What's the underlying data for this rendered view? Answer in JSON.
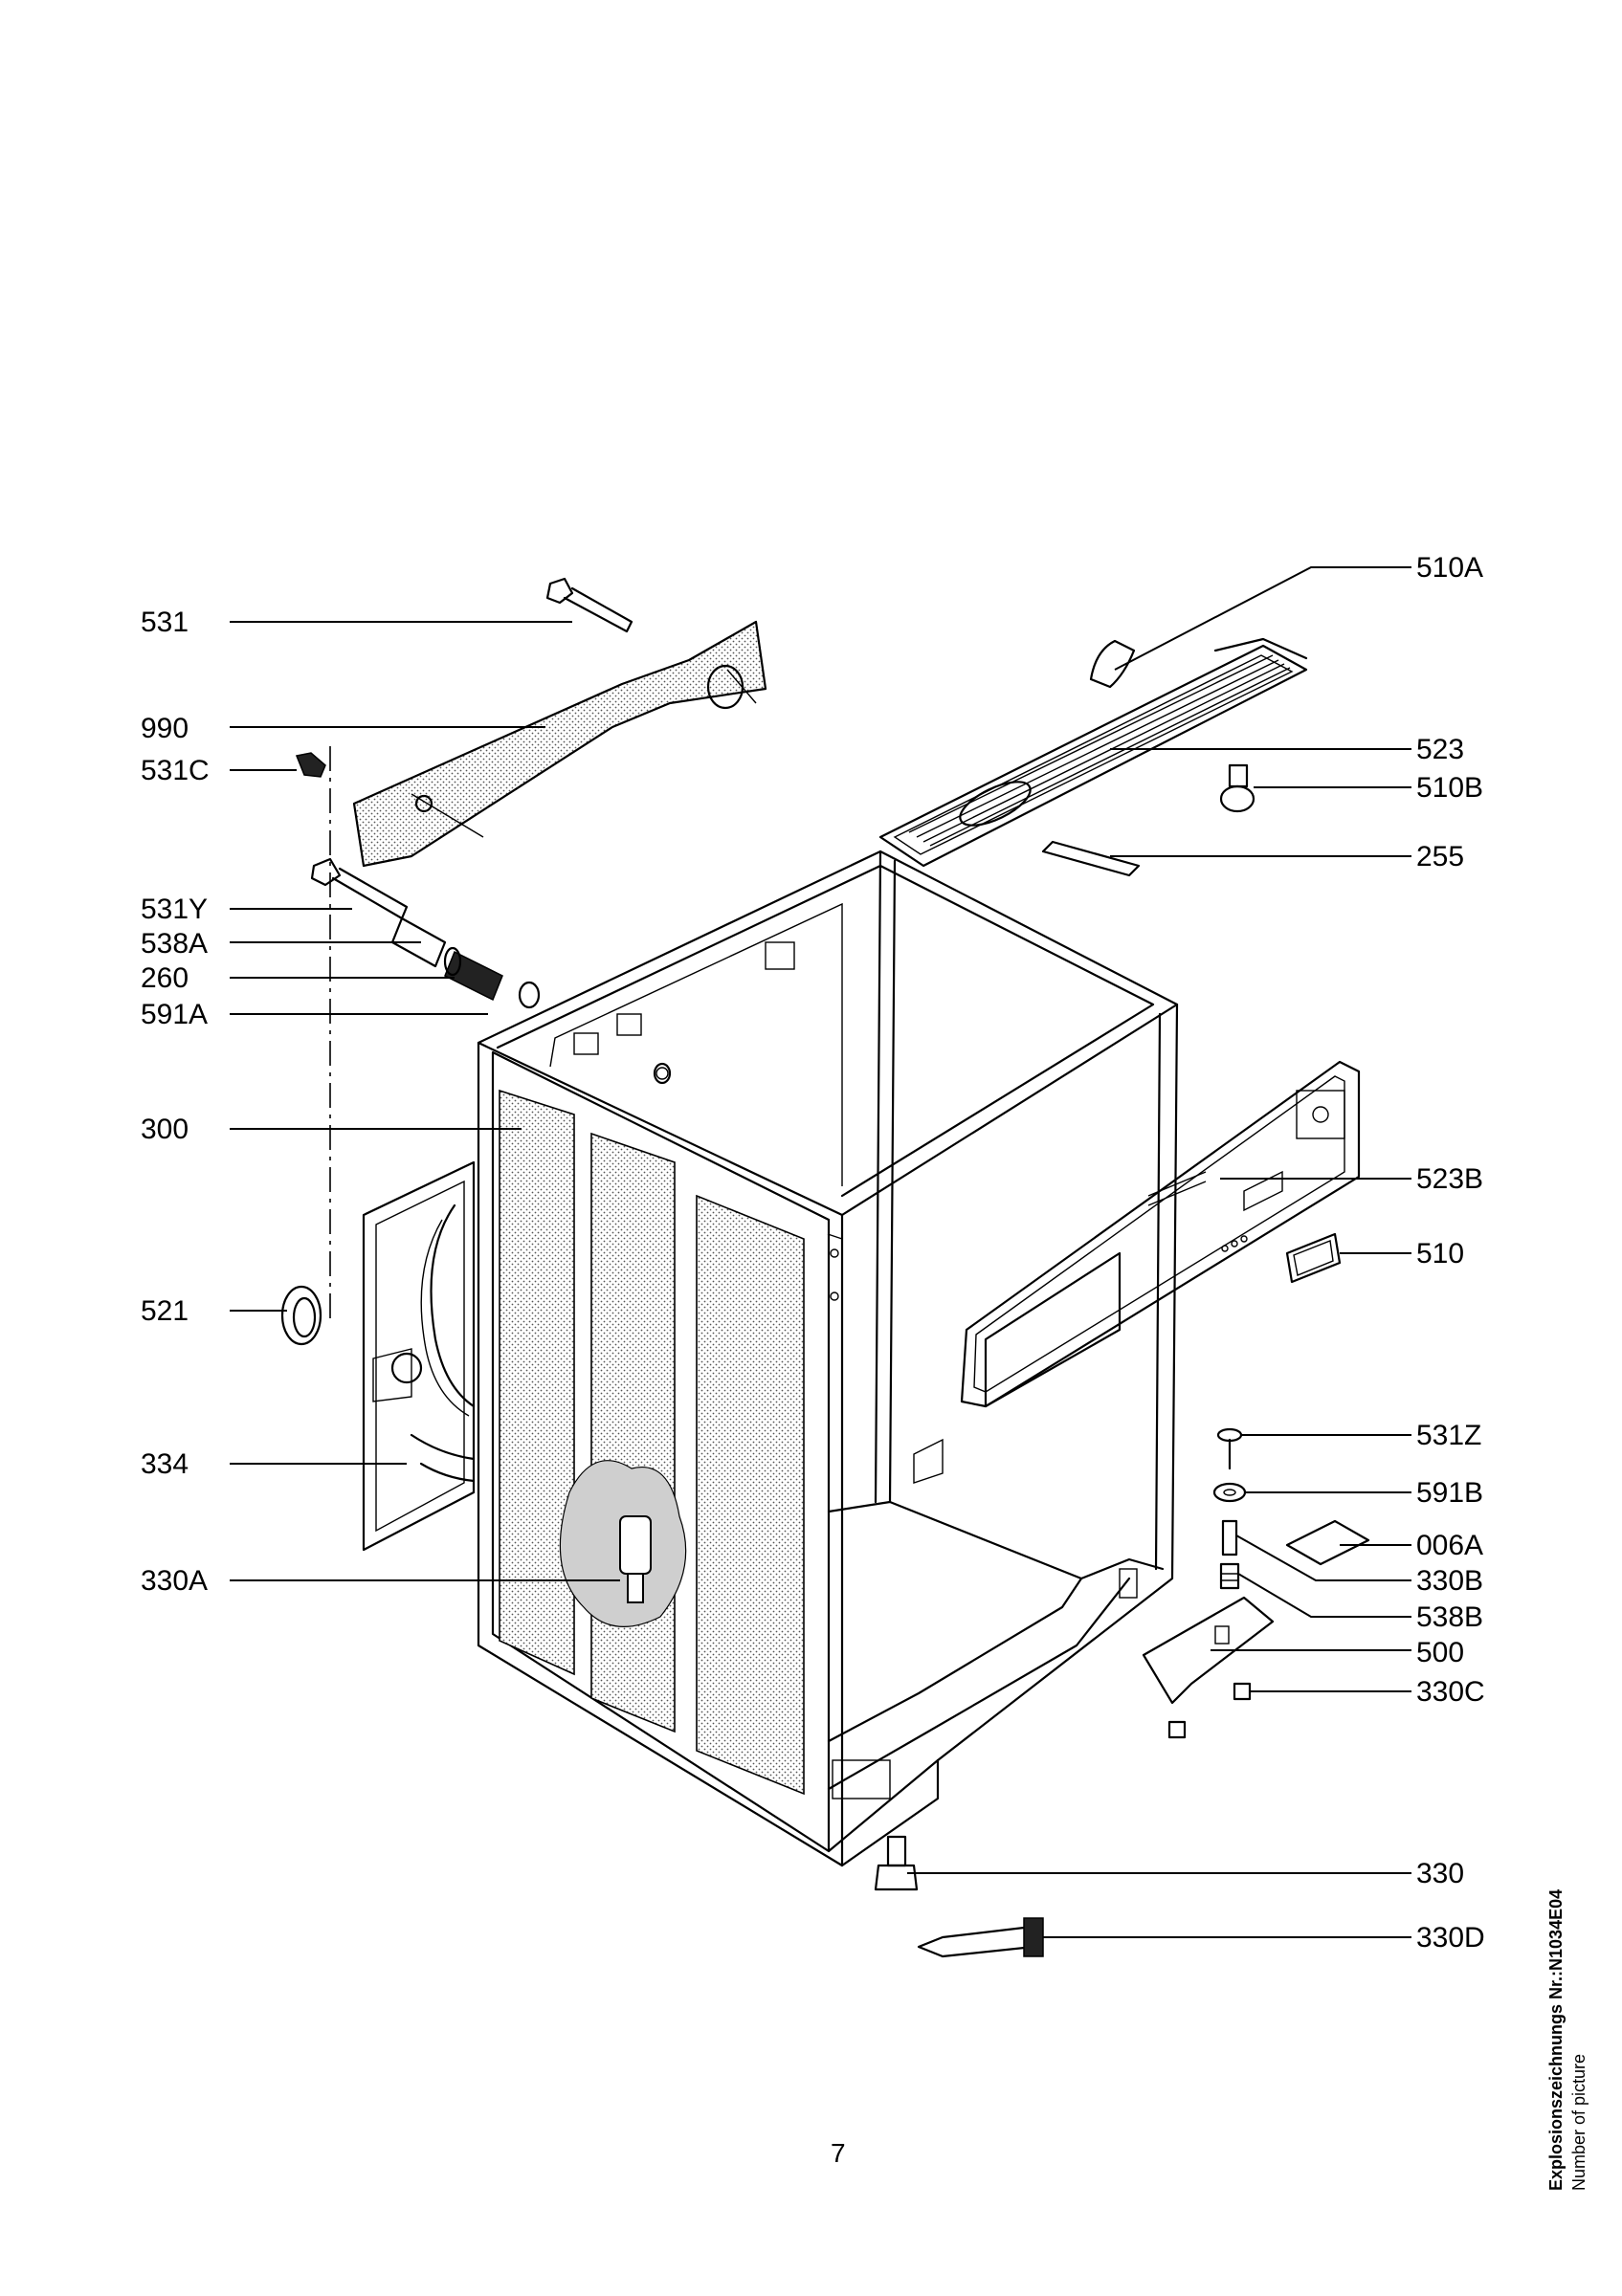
{
  "labels": {
    "l531": "531",
    "l990": "990",
    "l531C": "531C",
    "l531Y": "531Y",
    "l538A": "538A",
    "l260": "260",
    "l591A": "591A",
    "l300": "300",
    "l521": "521",
    "l334": "334",
    "l330A": "330A",
    "l510A": "510A",
    "l523": "523",
    "l510B": "510B",
    "l255": "255",
    "l523B": "523B",
    "l510": "510",
    "l531Z": "531Z",
    "l591B": "591B",
    "l006A": "006A",
    "l330B": "330B",
    "l538B": "538B",
    "l500": "500",
    "l330C": "330C",
    "l330": "330",
    "l330D": "330D"
  },
  "page_number": "7",
  "side_text": {
    "line1": "Explosionszeichnungs Nr.:N1034E04",
    "line2": "Number of picture"
  }
}
